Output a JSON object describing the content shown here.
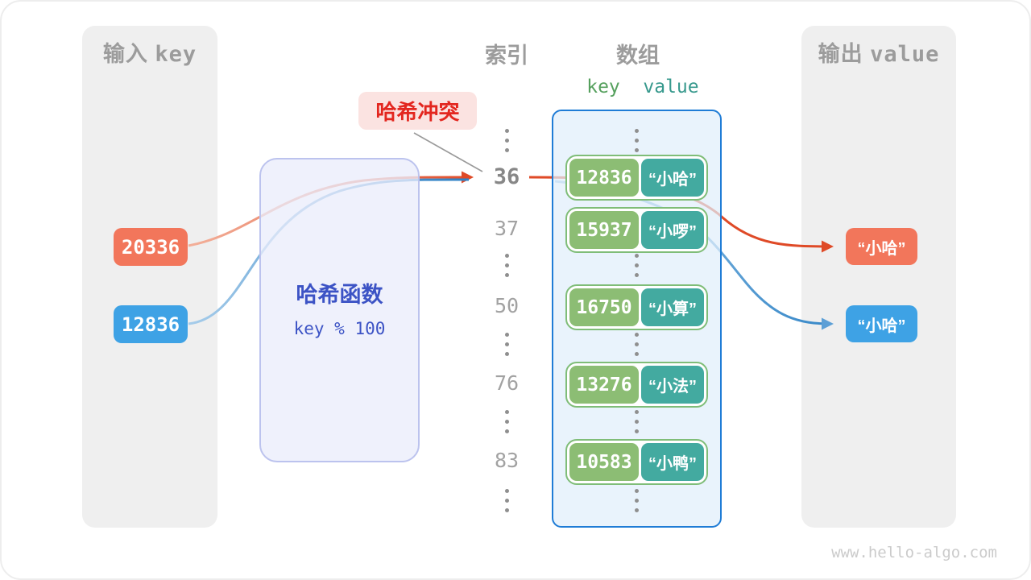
{
  "watermark": "www.hello-algo.com",
  "collision_label": {
    "text": "哈希冲突"
  },
  "input_panel": {
    "title_zh": "输入",
    "title_en": "key",
    "items": [
      {
        "value": "20336",
        "color": "orange"
      },
      {
        "value": "12836",
        "color": "blue"
      }
    ]
  },
  "hash_box": {
    "title": "哈希函数",
    "formula": "key % 100"
  },
  "index_column": {
    "title": "索引",
    "values": [
      {
        "label": "36",
        "highlight": true
      },
      {
        "label": "37",
        "highlight": false
      },
      {
        "label": "50",
        "highlight": false
      },
      {
        "label": "76",
        "highlight": false
      },
      {
        "label": "83",
        "highlight": false
      }
    ]
  },
  "array_panel": {
    "title": "数组",
    "key_header": "key",
    "value_header": "value",
    "key_header_color": "#55A05D",
    "value_header_color": "#37998D",
    "rows": [
      {
        "key": "12836",
        "value": "“小哈”"
      },
      {
        "key": "15937",
        "value": "“小啰”"
      },
      {
        "key": "16750",
        "value": "“小算”"
      },
      {
        "key": "13276",
        "value": "“小法”"
      },
      {
        "key": "10583",
        "value": "“小鸭”"
      }
    ]
  },
  "output_panel": {
    "title_zh": "输出",
    "title_en": "value",
    "items": [
      {
        "value": "“小哈”",
        "color": "orange"
      },
      {
        "value": "“小哈”",
        "color": "blue"
      }
    ]
  },
  "colors": {
    "curve_orange": "#DF4A27",
    "curve_orange_light": "#F3B09A",
    "curve_blue": "#2B7FC4",
    "curve_blue_light": "#A6CCEA",
    "key_box_green": "#8CBD74",
    "value_box_teal": "#43AAA0",
    "panel_border_blue": "#1F7CD6",
    "hash_text_blue": "#3C53C5",
    "collision_red": "#E3261F",
    "side_panel_gray": "#EFEFEF"
  }
}
